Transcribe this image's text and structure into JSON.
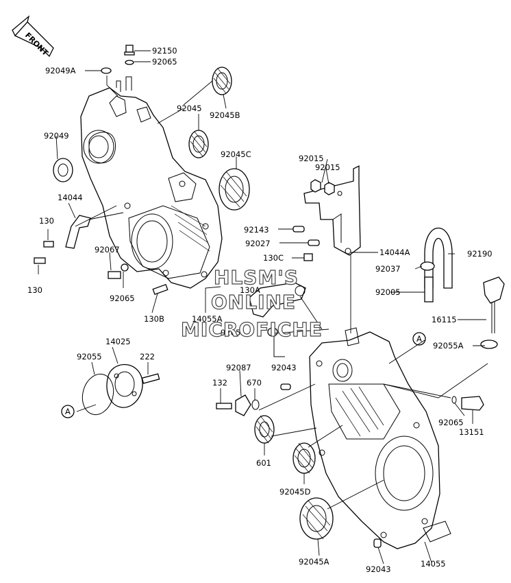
{
  "orientation_label": "FRONT",
  "watermark": [
    "HLSM'S",
    "ONLINE",
    "MICROFICHE"
  ],
  "parts": {
    "p92150": "92150",
    "p92065a": "92065",
    "p92049A": "92049A",
    "p92045": "92045",
    "p92045B": "92045B",
    "p92049": "92049",
    "p92045C": "92045C",
    "p14044": "14044",
    "p130a": "130",
    "p130b": "130",
    "p92067": "92067",
    "p92065b": "92065",
    "p130B": "130B",
    "p14055A": "14055A",
    "p92051": "92051",
    "p130A": "130A",
    "p92015a": "92015",
    "p92015b": "92015",
    "p92143": "92143",
    "p92027": "92027",
    "p14044A": "14044A",
    "p130C": "130C",
    "p92037": "92037",
    "p92190": "92190",
    "p92005": "92005",
    "p16115": "16115",
    "p92055A": "92055A",
    "p14025": "14025",
    "p92055": "92055",
    "p222": "222",
    "p92087": "92087",
    "p92043a": "92043",
    "p132": "132",
    "p670": "670",
    "p601": "601",
    "p92045D": "92045D",
    "p92045A": "92045A",
    "p92043b": "92043",
    "p14055": "14055",
    "p92065c": "92065",
    "p13151": "13151"
  },
  "callout": "A"
}
